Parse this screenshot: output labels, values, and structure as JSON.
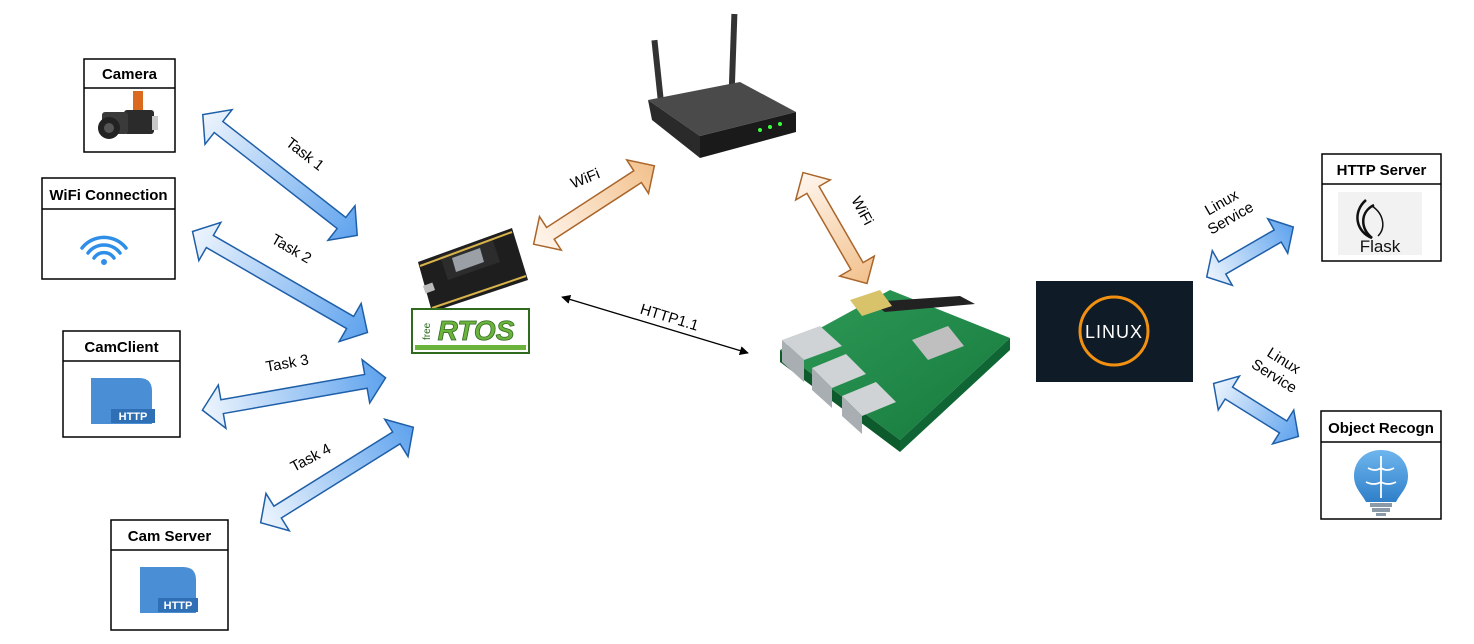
{
  "boxes": {
    "camera": "Camera",
    "wifi": "WiFi Connection",
    "camclient": "CamClient",
    "camserver": "Cam Server",
    "http_server": "HTTP Server",
    "object_recogn": "Object Recogn"
  },
  "badges": {
    "http": "HTTP"
  },
  "logos": {
    "freertos_free": "free",
    "freertos_rtos": "RTOS",
    "flask": "Flask",
    "linux": "LINUX"
  },
  "edges": {
    "task1": "Task 1",
    "task2": "Task 2",
    "task3": "Task 3",
    "task4": "Task 4",
    "wifi_esp_router": "WiFi",
    "wifi_router_pi": "WiFi",
    "http": "HTTP1.1",
    "linux_service_1a": "Linux",
    "linux_service_1b": "Service",
    "linux_service_2a": "Linux",
    "linux_service_2b": "Service"
  },
  "colors": {
    "blue_arrow_light": "#eaf3fd",
    "blue_arrow_dark": "#6aaaf0",
    "orange_arrow_light": "#fff5ec",
    "orange_arrow_dark": "#f3c593",
    "linux_bg": "#0f1b26",
    "linux_ring": "#f29111",
    "rtos_green": "#6cb33e",
    "http_tile": "#4a8fd6"
  }
}
